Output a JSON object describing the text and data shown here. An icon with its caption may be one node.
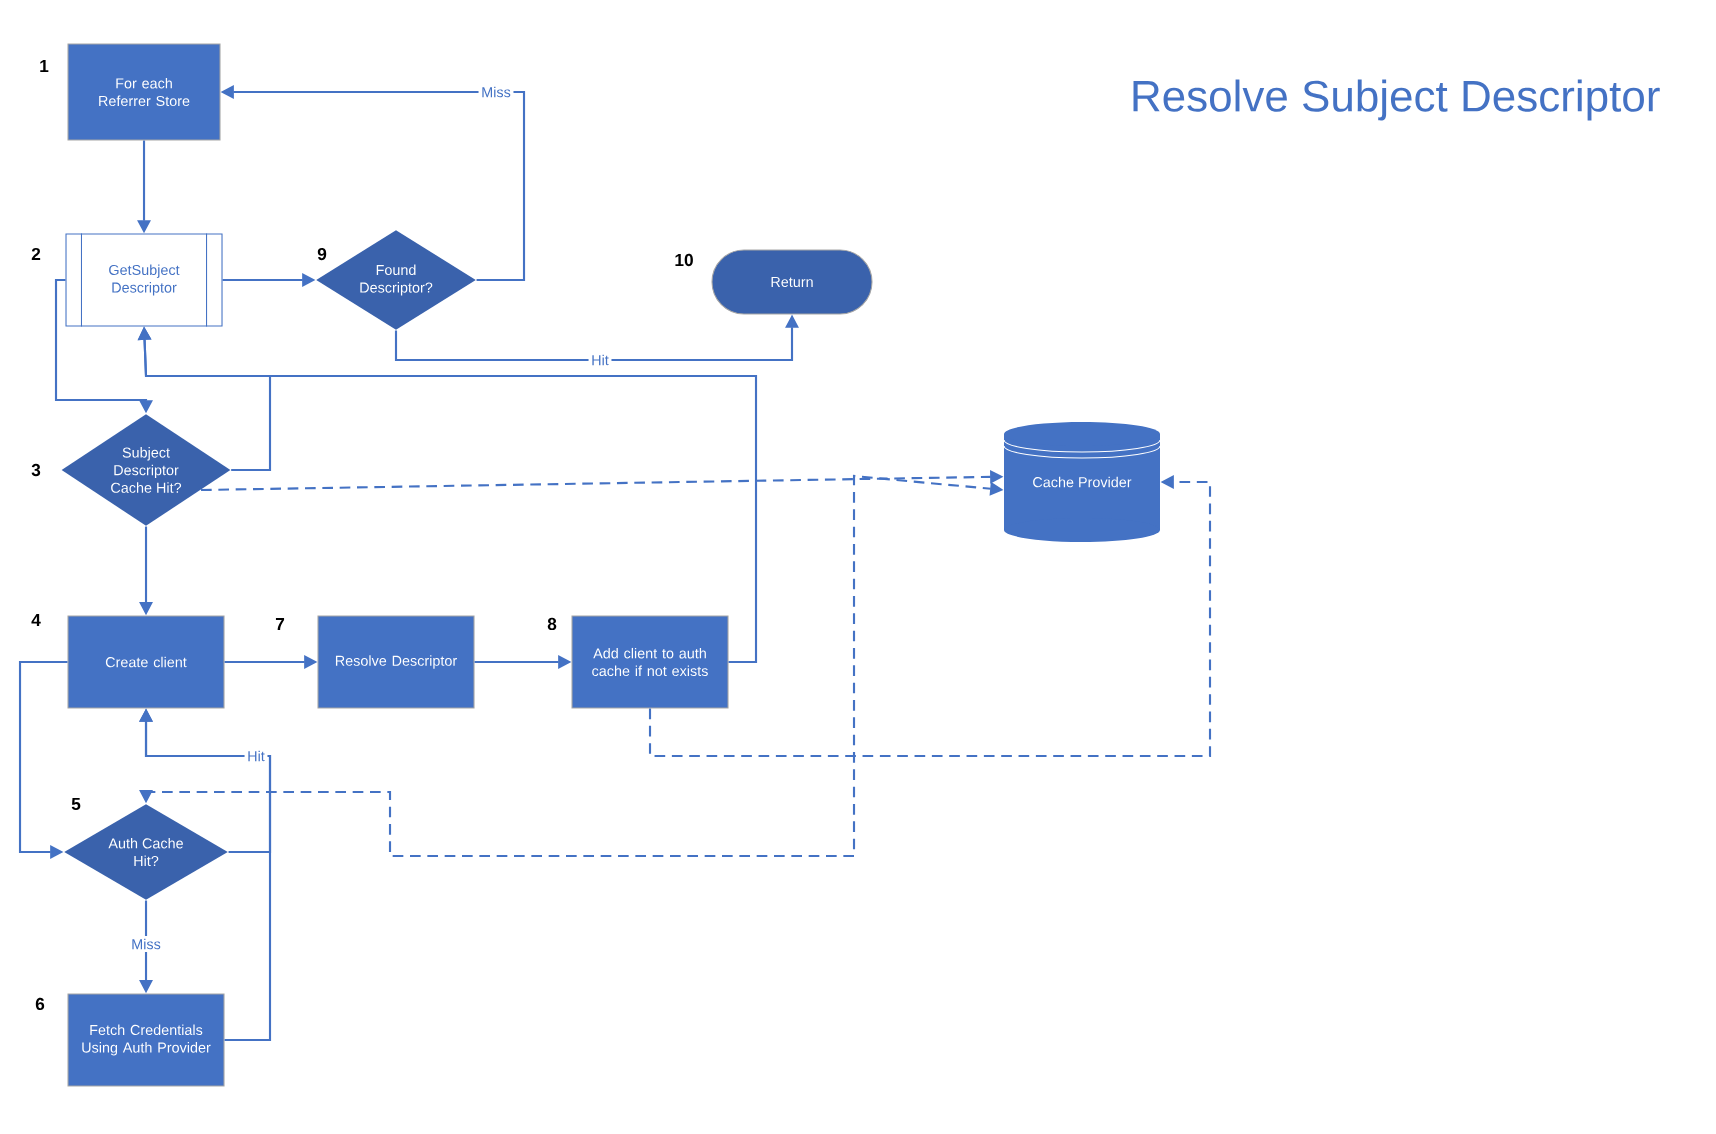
{
  "diagram": {
    "title": "Resolve Subject Descriptor",
    "nodes": [
      {
        "text": [
          "For each Referrer Store"
        ],
        "beside": [
          "1"
        ]
      },
      {
        "text": [
          "GetSubject Descriptor"
        ],
        "beside": [
          "2"
        ]
      },
      {
        "text": [
          "Found Descriptor?"
        ],
        "beside": [
          "9"
        ]
      },
      {
        "text": [
          "Return"
        ],
        "beside": [
          "10"
        ]
      },
      {
        "text": [
          "Subject Descriptor Cache Hit?"
        ],
        "beside": [
          "3"
        ]
      },
      {
        "text": [
          "Cache Provider"
        ]
      },
      {
        "text": [
          "Create client"
        ],
        "beside": [
          "4"
        ]
      },
      {
        "text": [
          "Resolve Descriptor"
        ],
        "beside": [
          "7"
        ]
      },
      {
        "text": [
          "Add client to auth cache if not exists"
        ],
        "beside": [
          "8"
        ]
      },
      {
        "text": [
          "Auth Cache Hit?"
        ],
        "beside": [
          "5"
        ]
      },
      {
        "text": [
          "Fetch Credentials Using Auth Provider"
        ],
        "beside": [
          "6"
        ]
      }
    ],
    "edges": [
      {
        "from": 0,
        "to": 1,
        "arrow": "to"
      },
      {
        "from": 1,
        "to": 2,
        "arrow": "to"
      },
      {
        "from": 2,
        "to": 0,
        "arrow": "to",
        "label": "Miss"
      },
      {
        "from": 2,
        "to": 3,
        "arrow": "to",
        "label": "Hit"
      },
      {
        "from": 1,
        "to": 4,
        "arrow": "to"
      },
      {
        "from": 4,
        "to": 1,
        "arrow": "to"
      },
      {
        "from": 4,
        "to": 5,
        "arrow": "to",
        "style": "dashed"
      },
      {
        "from": 4,
        "to": 6,
        "arrow": "to"
      },
      {
        "from": 8,
        "to": 1,
        "arrow": "to"
      },
      {
        "from": 6,
        "to": 7,
        "arrow": "to"
      },
      {
        "from": 7,
        "to": 8,
        "arrow": "to"
      },
      {
        "from": 6,
        "to": 9,
        "arrow": "to"
      },
      {
        "from": 9,
        "to": 6,
        "arrow": "to",
        "label": "Hit"
      },
      {
        "from": 10,
        "to": 6,
        "arrow": "to"
      },
      {
        "from": 9,
        "to": 10,
        "arrow": "to",
        "label": "Miss"
      },
      {
        "from": 8,
        "to": 5,
        "arrow": "to",
        "style": "dashed"
      },
      {
        "from": 9,
        "to": 5,
        "arrow": "both",
        "style": "dashed"
      }
    ]
  }
}
